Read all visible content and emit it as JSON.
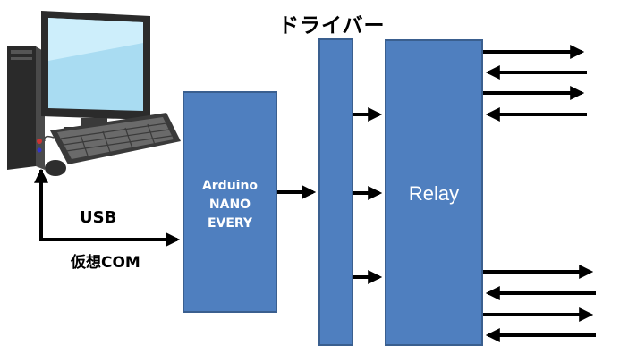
{
  "title": "ドライバー",
  "arduino": {
    "line1": "Arduino",
    "line2": "NANO",
    "line3": "EVERY"
  },
  "relay": {
    "label": "Relay"
  },
  "connection": {
    "usb": "USB",
    "vcom": "仮想COM"
  },
  "colors": {
    "block": "#4f7fbf",
    "block_border": "#3a5f8f",
    "arrow": "#000000"
  },
  "icons": [
    "desktop-computer-icon",
    "monitor-icon",
    "keyboard-icon",
    "mouse-icon"
  ]
}
